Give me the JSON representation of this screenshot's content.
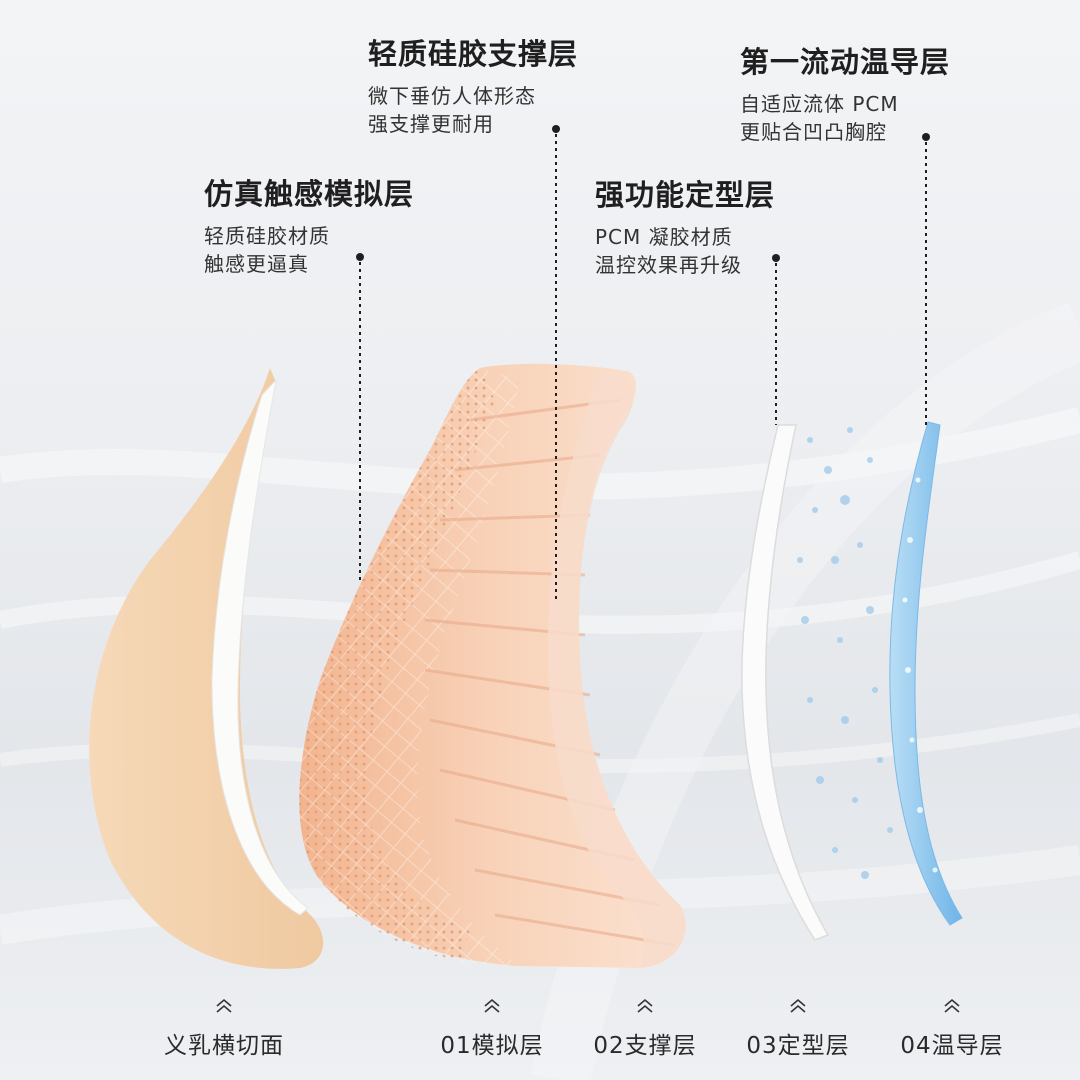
{
  "callouts": [
    {
      "title": "仿真触感模拟层",
      "lines": [
        "轻质硅胶材质",
        "触感更逼真"
      ]
    },
    {
      "title": "轻质硅胶支撑层",
      "lines": [
        "微下垂仿人体形态",
        "强支撑更耐用"
      ]
    },
    {
      "title": "强功能定型层",
      "lines": [
        "PCM 凝胶材质",
        "温控效果再升级"
      ]
    },
    {
      "title": "第一流动温导层",
      "lines": [
        "自适应流体 PCM",
        "更贴合凹凸胸腔"
      ]
    }
  ],
  "labels": [
    "义乳横切面",
    "01模拟层",
    "02支撑层",
    "03定型层",
    "04温导层"
  ],
  "colors": {
    "skin": "#f3d2ad",
    "peach": "#f5c4a2",
    "peach_dark": "#e9a57e",
    "white_layer": "#f7f7f5",
    "blue_layer": "#8ec7ee",
    "text": "#1f1f1f"
  }
}
